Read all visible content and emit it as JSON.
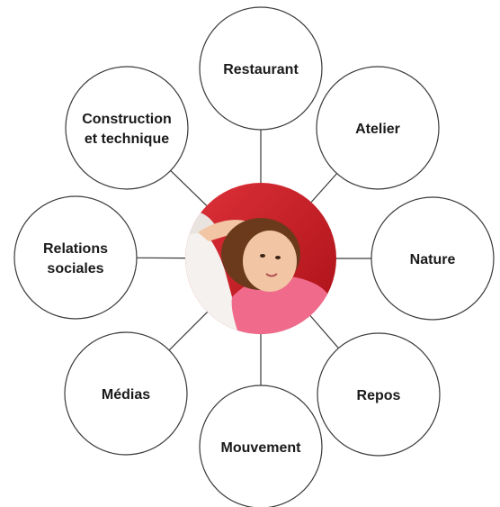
{
  "center": {
    "photo_description_icon": "child-photo",
    "colors": {
      "red": "#c8141c",
      "pink": "#f06a8c",
      "skin": "#f2c6a4",
      "hair": "#6b3a1c",
      "white": "#f4f1ee"
    }
  },
  "nodes": [
    {
      "id": "restaurant",
      "lines": [
        "Restaurant"
      ]
    },
    {
      "id": "atelier",
      "lines": [
        "Atelier"
      ]
    },
    {
      "id": "nature",
      "lines": [
        "Nature"
      ]
    },
    {
      "id": "repos",
      "lines": [
        "Repos"
      ]
    },
    {
      "id": "mouvement",
      "lines": [
        "Mouvement"
      ]
    },
    {
      "id": "medias",
      "lines": [
        "Médias"
      ]
    },
    {
      "id": "relations-sociales",
      "lines": [
        "Relations",
        "sociales"
      ]
    },
    {
      "id": "construction-et-technique",
      "lines": [
        "Construction",
        "et technique"
      ]
    }
  ],
  "colors": {
    "stroke": "#3a3a3a",
    "text": "#1a1a1a",
    "background": "#ffffff"
  }
}
